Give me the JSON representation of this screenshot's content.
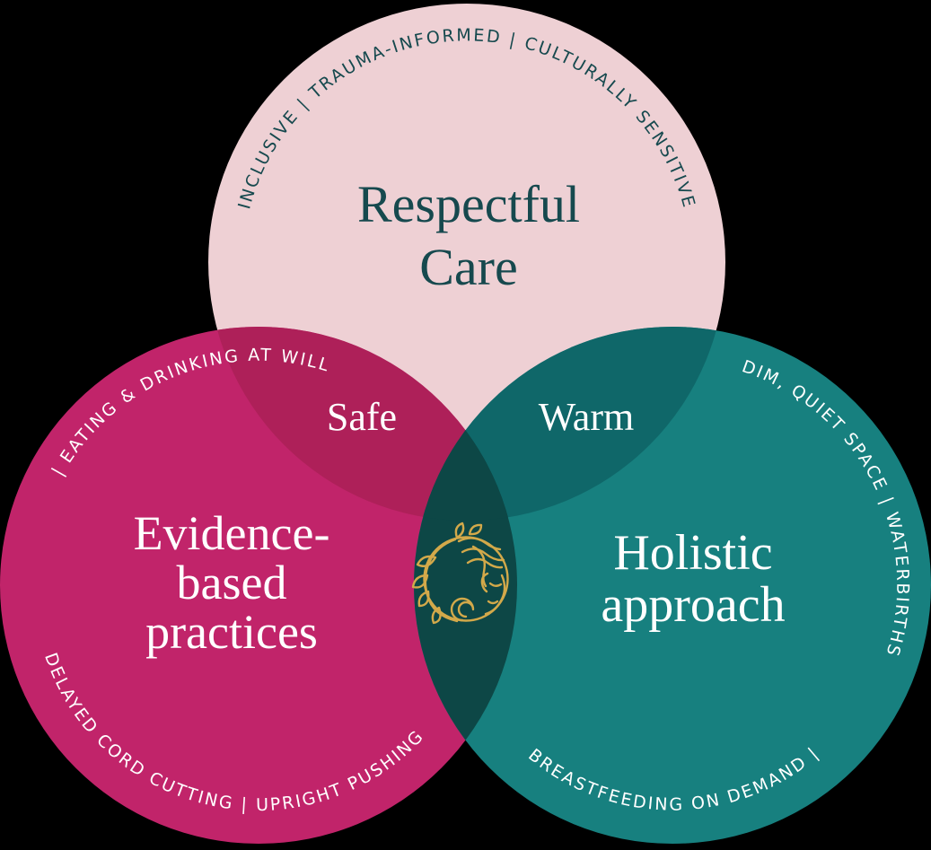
{
  "page": {
    "background": "#000000"
  },
  "diagram": {
    "name": "birth-care-venn-diagram",
    "circles": {
      "respectful_care": {
        "color": "#eed0d4",
        "text_color": "#16494e",
        "title_line1": "Respectful",
        "title_line2": "Care",
        "arc_label": "INCLUSIVE | TRAUMA-INFORMED | CULTURALLY SENSITIVE"
      },
      "evidence_based_practices": {
        "color": "#c1246a",
        "text_color": "#ffffff",
        "title_line1": "Evidence-",
        "title_line2": "based",
        "title_line3": "practices",
        "arc_label_upper": "| EATING & DRINKING AT WILL",
        "arc_label_lower": "DELAYED CORD CUTTING | UPRIGHT PUSHING"
      },
      "holistic_approach": {
        "color": "#17807f",
        "text_color": "#ffffff",
        "title_line1": "Holistic",
        "title_line2": "approach",
        "arc_label_upper": "DIM, QUIET SPACE | WATERBIRTHS",
        "arc_label_lower": "BREASTFEEDING ON DEMAND |"
      }
    },
    "overlaps": {
      "respectful_evidence": {
        "label": "Safe",
        "label_color": "#ffffff",
        "color": "#ae2059"
      },
      "respectful_holistic": {
        "label": "Warm",
        "label_color": "#ffffff",
        "color": "#0f6769"
      },
      "evidence_holistic": {
        "color": "#0d4746"
      },
      "center": {
        "color": "#0d4746"
      }
    },
    "center_logo": {
      "icon": "woman-face-with-leaves",
      "color": "#d3a94a"
    }
  }
}
